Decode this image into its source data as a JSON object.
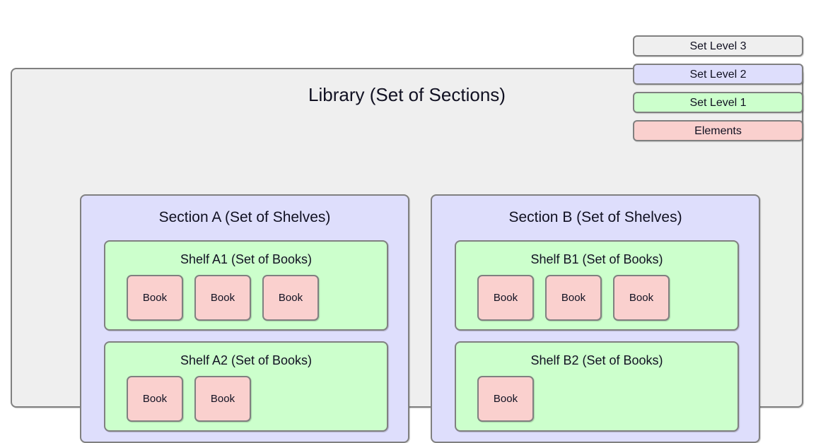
{
  "diagram": {
    "title": "Library (Set of Sections)",
    "type": "nested-set-containment-diagram",
    "colors": {
      "level3_background": "#efefef",
      "level2_background": "#dedefc",
      "level1_background": "#ccffcc",
      "element_background": "#fad0ce",
      "border": "#808080",
      "text": "#111122",
      "page_background": "#ffffff"
    },
    "sections": [
      {
        "label": "Section A (Set of Shelves)",
        "shelves": [
          {
            "label": "Shelf A1 (Set of Books)",
            "books": [
              {
                "label": "Book"
              },
              {
                "label": "Book"
              },
              {
                "label": "Book"
              }
            ]
          },
          {
            "label": "Shelf A2 (Set of Books)",
            "books": [
              {
                "label": "Book"
              },
              {
                "label": "Book"
              }
            ]
          }
        ]
      },
      {
        "label": "Section B (Set of Shelves)",
        "shelves": [
          {
            "label": "Shelf B1 (Set of Books)",
            "books": [
              {
                "label": "Book"
              },
              {
                "label": "Book"
              },
              {
                "label": "Book"
              }
            ]
          },
          {
            "label": "Shelf B2 (Set of Books)",
            "books": [
              {
                "label": "Book"
              }
            ]
          }
        ]
      }
    ]
  },
  "legend": {
    "items": [
      {
        "label": "Set Level 3",
        "color": "#efefef"
      },
      {
        "label": "Set Level 2",
        "color": "#dedefc"
      },
      {
        "label": "Set Level 1",
        "color": "#ccffcc"
      },
      {
        "label": "Elements",
        "color": "#fad0ce"
      }
    ]
  }
}
